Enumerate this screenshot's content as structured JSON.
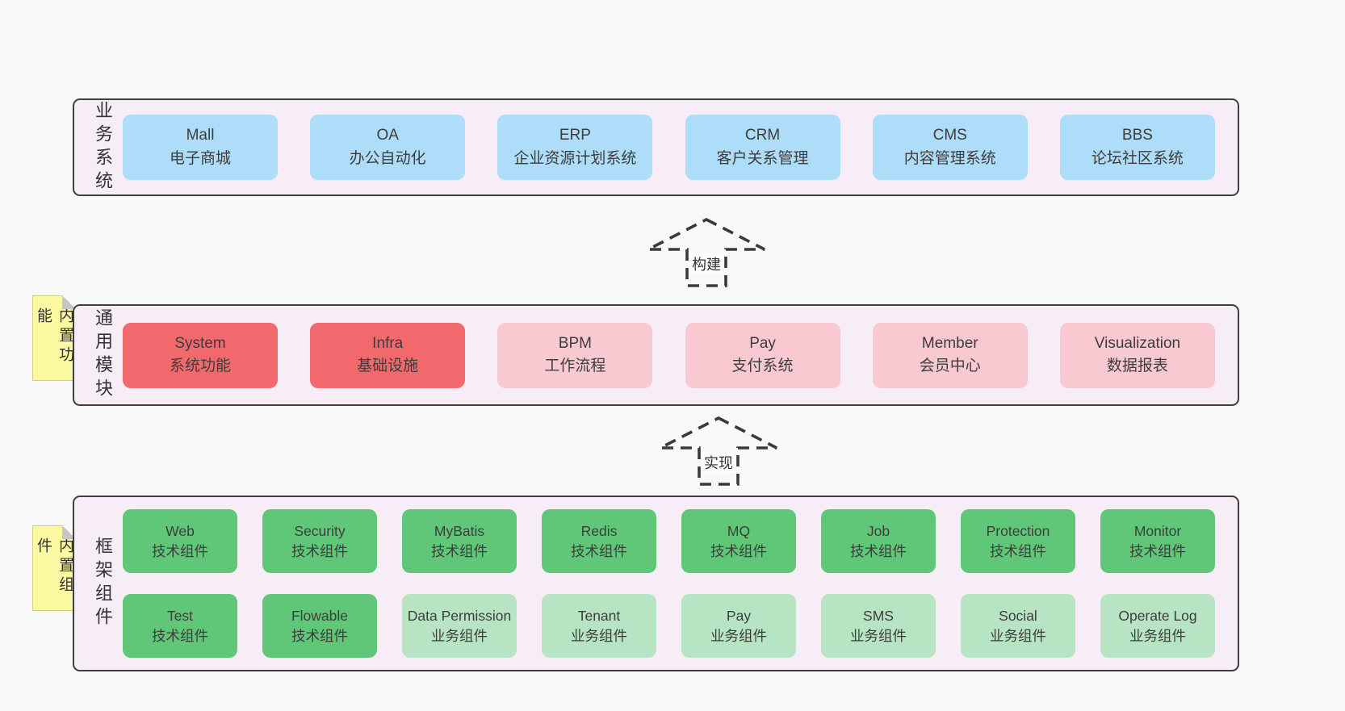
{
  "colors": {
    "page_bg": "#f8f8f8",
    "panel_bg": "#f7edf6",
    "panel_border": "#3f3f3f",
    "blue": "#aeddf9",
    "red": "#f2696d",
    "pink": "#f9c9d2",
    "green": "#60c779",
    "light_green": "#b7e5c3",
    "note_yellow": "#fbf9a1",
    "arrow": "#3a3a3a",
    "box_text": "#3d3d3d"
  },
  "arrows": [
    {
      "label": "构建"
    },
    {
      "label": "实现"
    }
  ],
  "layers": [
    {
      "label": "业务系统",
      "boxes": [
        {
          "title": "Mall",
          "subtitle": "电子商城",
          "variant": "blue"
        },
        {
          "title": "OA",
          "subtitle": "办公自动化",
          "variant": "blue"
        },
        {
          "title": "ERP",
          "subtitle": "企业资源计划系统",
          "variant": "blue"
        },
        {
          "title": "CRM",
          "subtitle": "客户关系管理",
          "variant": "blue"
        },
        {
          "title": "CMS",
          "subtitle": "内容管理系统",
          "variant": "blue"
        },
        {
          "title": "BBS",
          "subtitle": "论坛社区系统",
          "variant": "blue"
        }
      ]
    },
    {
      "label": "通用模块",
      "note": "内置功能",
      "boxes": [
        {
          "title": "System",
          "subtitle": "系统功能",
          "variant": "red"
        },
        {
          "title": "Infra",
          "subtitle": "基础设施",
          "variant": "red"
        },
        {
          "title": "BPM",
          "subtitle": "工作流程",
          "variant": "pink"
        },
        {
          "title": "Pay",
          "subtitle": "支付系统",
          "variant": "pink"
        },
        {
          "title": "Member",
          "subtitle": "会员中心",
          "variant": "pink"
        },
        {
          "title": "Visualization",
          "subtitle": "数据报表",
          "variant": "pink"
        }
      ]
    },
    {
      "label": "框架组件",
      "note": "内置组件",
      "rows": [
        [
          {
            "title": "Web",
            "subtitle": "技术组件",
            "variant": "green"
          },
          {
            "title": "Security",
            "subtitle": "技术组件",
            "variant": "green"
          },
          {
            "title": "MyBatis",
            "subtitle": "技术组件",
            "variant": "green"
          },
          {
            "title": "Redis",
            "subtitle": "技术组件",
            "variant": "green"
          },
          {
            "title": "MQ",
            "subtitle": "技术组件",
            "variant": "green"
          },
          {
            "title": "Job",
            "subtitle": "技术组件",
            "variant": "green"
          },
          {
            "title": "Protection",
            "subtitle": "技术组件",
            "variant": "green"
          },
          {
            "title": "Monitor",
            "subtitle": "技术组件",
            "variant": "green"
          }
        ],
        [
          {
            "title": "Test",
            "subtitle": "技术组件",
            "variant": "green"
          },
          {
            "title": "Flowable",
            "subtitle": "技术组件",
            "variant": "green"
          },
          {
            "title": "Data Permission",
            "subtitle": "业务组件",
            "variant": "light-green"
          },
          {
            "title": "Tenant",
            "subtitle": "业务组件",
            "variant": "light-green"
          },
          {
            "title": "Pay",
            "subtitle": "业务组件",
            "variant": "light-green"
          },
          {
            "title": "SMS",
            "subtitle": "业务组件",
            "variant": "light-green"
          },
          {
            "title": "Social",
            "subtitle": "业务组件",
            "variant": "light-green"
          },
          {
            "title": "Operate Log",
            "subtitle": "业务组件",
            "variant": "light-green"
          }
        ]
      ]
    }
  ]
}
